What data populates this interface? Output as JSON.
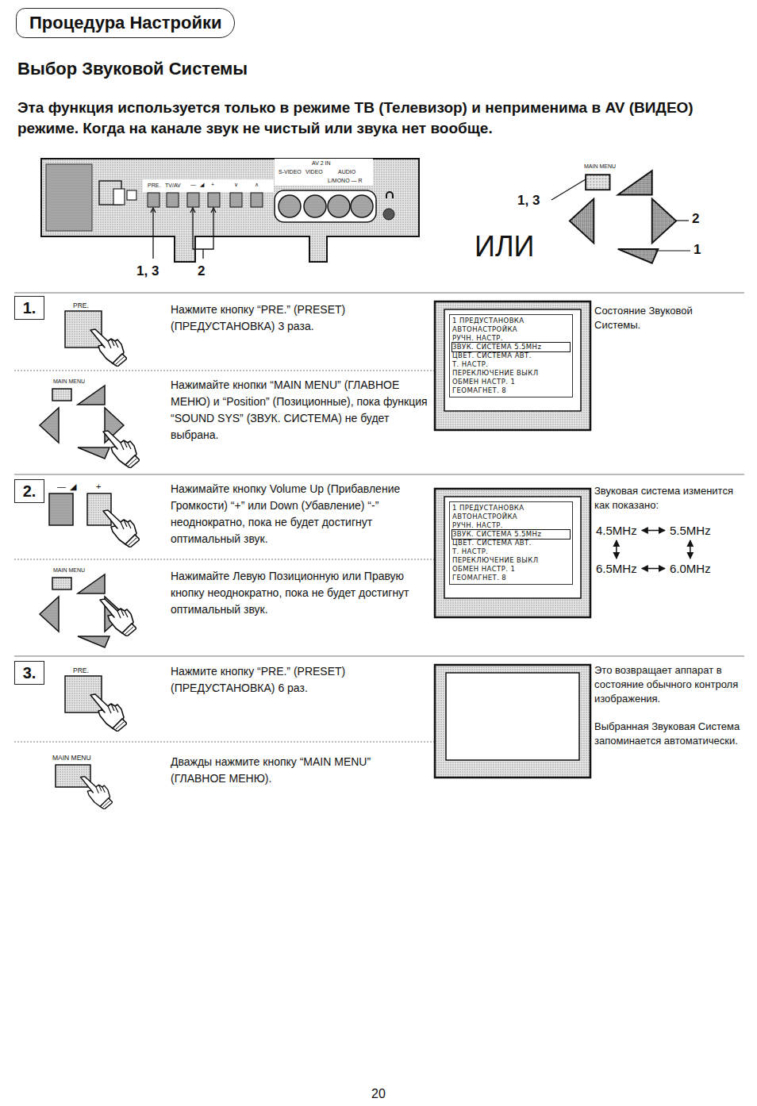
{
  "diagram": {
    "title": "Выбор Звуковой Системы",
    "nodes": [
      {
        "text": [
          "Процедура Настройки"
        ]
      },
      {
        "text": [
          "1."
        ]
      },
      {
        "text": [
          "1 ПРЕДУСТАНОВКА",
          "АВТОНАСТРОЙКА",
          "РУЧН. НАСТР.",
          "ЗВУК. СИСТЕМА 5.5MHz",
          "ЦВЕТ. СИСТЕМА АВТ.",
          "Т. НАСТР.",
          "ПЕРЕКЛЮЧЕНИЕ ВЫКЛ",
          "ОБМЕН НАСТР. 1",
          "ГЕОМАГНЕТ. 8"
        ]
      },
      {
        "text": [
          "2."
        ]
      },
      {
        "text": [
          "1 ПРЕДУСТАНОВКА",
          "АВТОНАСТРОЙКА",
          "РУЧН. НАСТР.",
          "ЗВУК. СИСТЕМА 5.5MHz",
          "ЦВЕТ. СИСТЕМА АВТ.",
          "Т. НАСТР.",
          "ПЕРЕКЛЮЧЕНИЕ ВЫКЛ",
          "ОБМЕН НАСТР. 1",
          "ГЕОМАГНЕТ. 8"
        ]
      },
      {
        "text": [
          "4.5MHz"
        ]
      },
      {
        "text": [
          "5.5MHz"
        ]
      },
      {
        "text": [
          "6.5MHz"
        ]
      },
      {
        "text": [
          "6.0MHz"
        ]
      },
      {
        "text": [
          "3."
        ]
      }
    ],
    "edges": [
      {
        "from": 5,
        "to": 6,
        "arrow": "both"
      },
      {
        "from": 5,
        "to": 7,
        "arrow": "both"
      },
      {
        "from": 6,
        "to": 8,
        "arrow": "both"
      },
      {
        "from": 7,
        "to": 8,
        "arrow": "both"
      }
    ],
    "labels": [
      "Эта функция используется только в режиме ТВ (Телевизор) и неприменима в AV (ВИДЕО) режиме. Когда на канале звук не чистый или звука нет вообще.",
      "AV 2 IN",
      "S-VIDEO",
      "VIDEO",
      "AUDIO",
      "L/MONO — R",
      "PRE.",
      "TV/AV",
      "—",
      "◢",
      "+",
      "∨",
      "∧",
      "1, 3",
      "2",
      "MAIN MENU",
      "1, 3",
      "2",
      "1",
      "ИЛИ",
      "PRE.",
      "Нажмите кнопку “PRE.” (PRESET) (ПРЕДУСТАНОВКА) 3 раза.",
      "Состояние Звуковой Системы.",
      "MAIN MENU",
      "Нажимайте кнопки “MAIN MENU” (ГЛАВНОЕ МЕНЮ) и “Position” (Позиционные), пока функция “SOUND SYS” (ЗВУК. СИСТЕМА) не будет выбрана.",
      "—",
      "◢",
      "+",
      "Нажимайте кнопку Volume Up (Прибавление Громкости) “+” или Down (Убавление) “-” неоднократно, пока не будет достигнут оптимальный звук.",
      "Звуковая система изменится как показано:",
      "MAIN MENU",
      "Нажимайте Левую Позиционную или Правую кнопку неоднократно, пока не будет достигнут оптимальный звук.",
      "PRE.",
      "Нажмите кнопку “PRE.” (PRESET) (ПРЕДУСТАНОВКА) 6 раз.",
      "Это возвращает аппарат в состояние обычного контроля изображения.",
      "Выбранная Звуковая Система запоминается автоматически.",
      "MAIN MENU",
      "Дважды нажмите кнопку “MAIN MENU” (ГЛАВНОЕ МЕНЮ).",
      "20"
    ]
  }
}
